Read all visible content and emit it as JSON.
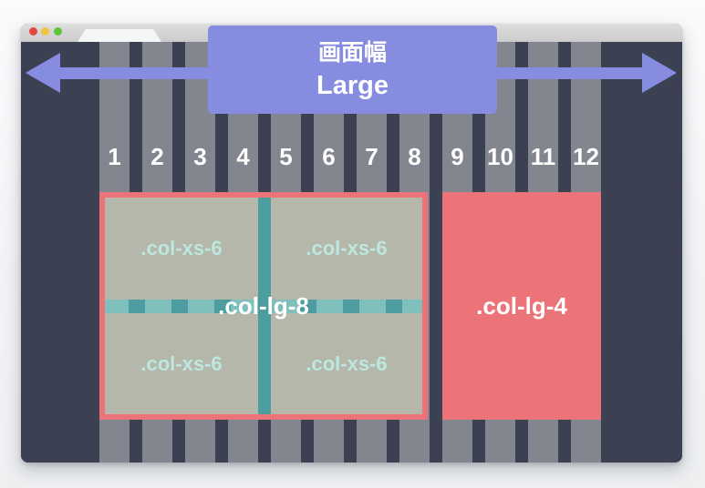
{
  "banner": {
    "line1": "画面幅",
    "line2": "Large",
    "bg_color": "#868de1",
    "text_color": "#ffffff"
  },
  "arrow": {
    "meaning": "screen width",
    "color": "#868de1"
  },
  "browser_window": {
    "traffic_lights": [
      {
        "name": "close",
        "color": "#e2473e"
      },
      {
        "name": "minimize",
        "color": "#eec73e"
      },
      {
        "name": "zoom",
        "color": "#5bc438"
      }
    ],
    "titlebar_color": "#d3d3d3",
    "viewport_bg": "#3b4153"
  },
  "grid": {
    "numbers": [
      "1",
      "2",
      "3",
      "4",
      "5",
      "6",
      "7",
      "8",
      "9",
      "10",
      "11",
      "12"
    ],
    "column_color": "#84868f"
  },
  "blocks": {
    "xs_labels": [
      ".col-xs-6",
      ".col-xs-6",
      ".col-xs-6",
      ".col-xs-6"
    ],
    "lg8_label": ".col-lg-8",
    "lg4_label": ".col-lg-4",
    "xs_box_color": "#b4b7a9",
    "xs_text_color": "#bce8e0",
    "lg_text_color": "#ffffff",
    "red_color": "#ec7478",
    "teal_light": "#7fc0bd",
    "teal_dark": "#4d9da0"
  }
}
